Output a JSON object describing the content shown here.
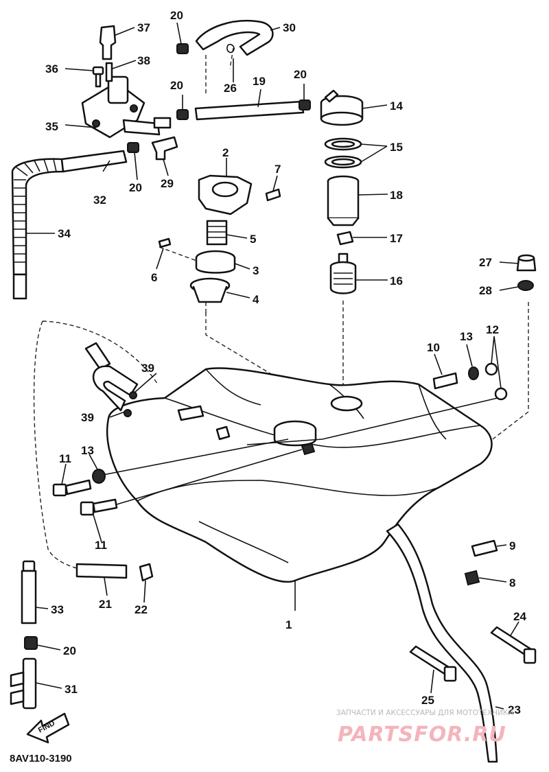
{
  "diagram_code": "8AV110-3190",
  "find_label": "FIND",
  "watermark": {
    "caption": "ЗАПЧАСТИ И АКСЕССУАРЫ ДЛЯ МОТОТЕХНИКИ",
    "brand": "PARTSFOR.RU",
    "color": "#f4b4bc"
  },
  "callouts": {
    "n1": "1",
    "n2": "2",
    "n3": "3",
    "n4": "4",
    "n5": "5",
    "n6": "6",
    "n7": "7",
    "n8": "8",
    "n9": "9",
    "n10": "10",
    "n11a": "11",
    "n11b": "11",
    "n12": "12",
    "n13a": "13",
    "n13b": "13",
    "n14": "14",
    "n15": "15",
    "n16": "16",
    "n17": "17",
    "n18": "18",
    "n19": "19",
    "n20a": "20",
    "n20b": "20",
    "n20c": "20",
    "n20d": "20",
    "n20e": "20",
    "n21": "21",
    "n22": "22",
    "n23": "23",
    "n24": "24",
    "n25": "25",
    "n26": "26",
    "n27": "27",
    "n28": "28",
    "n29": "29",
    "n30": "30",
    "n31": "31",
    "n32": "32",
    "n33": "33",
    "n34": "34",
    "n35": "35",
    "n36": "36",
    "n37": "37",
    "n38": "38",
    "n39a": "39",
    "n39b": "39"
  }
}
